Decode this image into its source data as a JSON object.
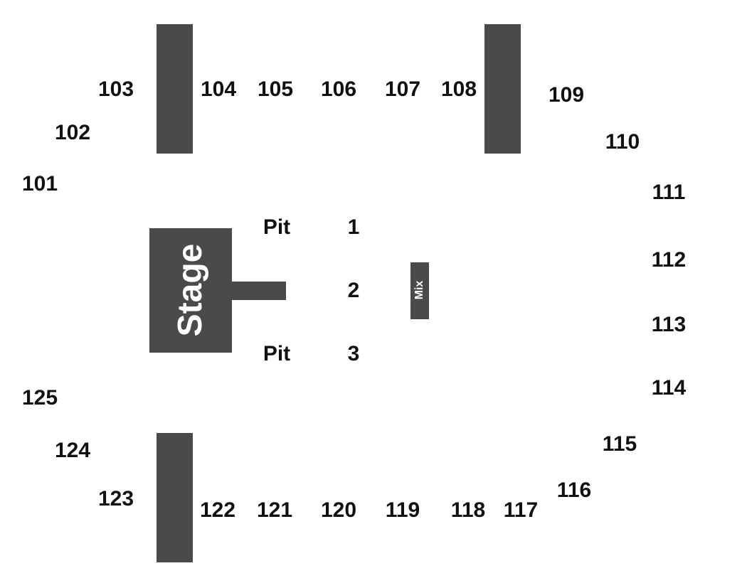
{
  "colors": {
    "block": "#4a4a4a",
    "label_text": "#111111",
    "stage_text": "#ffffff",
    "background": "#ffffff"
  },
  "stage": {
    "label": "Stage"
  },
  "mix": {
    "label": "Mix"
  },
  "floor": {
    "pit_top": "Pit",
    "pit_bottom": "Pit",
    "sec_1": "1",
    "sec_2": "2",
    "sec_3": "3"
  },
  "sections": {
    "s101": "101",
    "s102": "102",
    "s103": "103",
    "s104": "104",
    "s105": "105",
    "s106": "106",
    "s107": "107",
    "s108": "108",
    "s109": "109",
    "s110": "110",
    "s111": "111",
    "s112": "112",
    "s113": "113",
    "s114": "114",
    "s115": "115",
    "s116": "116",
    "s117": "117",
    "s118": "118",
    "s119": "119",
    "s120": "120",
    "s121": "121",
    "s122": "122",
    "s123": "123",
    "s124": "124",
    "s125": "125"
  }
}
